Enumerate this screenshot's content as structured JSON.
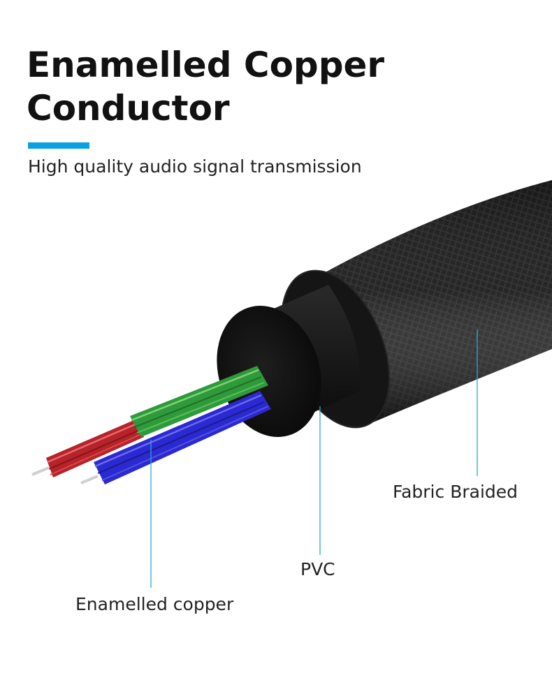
{
  "heading": {
    "line1": "Enamelled Copper",
    "line2": "Conductor",
    "subtitle": "High quality audio signal transmission"
  },
  "colors": {
    "accent": "#0a9fe0",
    "leader_line": "#2aa7d8",
    "wire_red": "#c0262a",
    "wire_green": "#2f9a3a",
    "wire_blue": "#2a2ad0"
  },
  "labels": {
    "fabric": "Fabric Braided",
    "pvc": "PVC",
    "copper": "Enamelled copper"
  }
}
